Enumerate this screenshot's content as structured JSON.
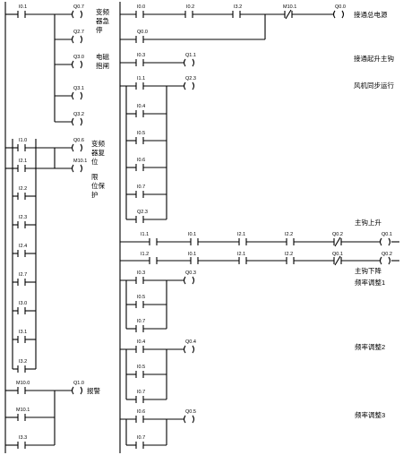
{
  "left_section": {
    "rungs": [
      {
        "contacts": [
          "I0.1"
        ],
        "coils": [
          "Q0.7",
          "Q2.7",
          "Q3.0",
          "Q3.1",
          "Q3.2"
        ],
        "comment_lines": [
          "变频",
          "器急",
          "停",
          "",
          "电磁",
          "抱闸"
        ]
      },
      {
        "contacts": [
          "I1.0",
          "I2.1",
          "I2.2",
          "I2.3",
          "I2.4",
          "I2.7",
          "I3.0",
          "I3.1",
          "I3.2"
        ],
        "coils": [
          "Q0.6",
          "M10.1"
        ],
        "comment_lines": [
          "变频",
          "器复",
          "位",
          "",
          "限",
          "位保",
          "护"
        ]
      },
      {
        "contacts": [
          "M10.0",
          "M10.1",
          "I3.3"
        ],
        "coils": [
          "Q1.0"
        ],
        "comment": "报警"
      }
    ]
  },
  "right_section": {
    "rungs": [
      {
        "series": [
          "I0.0",
          "I0.2",
          "I3.2"
        ],
        "parallel": [
          "Q0.0"
        ],
        "nc_contact": "M10.1",
        "coil": "Q0.0",
        "comment": "接通总电源"
      },
      {
        "contacts": [
          "I0.3"
        ],
        "coil": "Q1.1",
        "comment": "接通起升主钩"
      },
      {
        "contacts": [
          "I1.1",
          "I0.4",
          "I0.5",
          "I0.6",
          "I0.7",
          "Q2.3"
        ],
        "coil": "Q2.3",
        "comment": "风机同步运行"
      },
      {
        "series": [
          "I1.1",
          "I0.1",
          "I2.1",
          "I2.2"
        ],
        "nc_contact": "Q0.2",
        "coil": "Q0.1",
        "comment": "主钩上升"
      },
      {
        "series": [
          "I1.2",
          "I0.1",
          "I2.1",
          "I2.2"
        ],
        "nc_contact": "Q0.1",
        "coil": "Q0.2",
        "comment": "主钩下降"
      },
      {
        "contacts": [
          "I0.3",
          "I0.5",
          "I0.7"
        ],
        "coil": "Q0.3",
        "comment": "频率调整1"
      },
      {
        "contacts": [
          "I0.4",
          "I0.5",
          "I0.7"
        ],
        "coil": "Q0.4",
        "comment": "频率调整2"
      },
      {
        "contacts": [
          "I0.6",
          "I0.7"
        ],
        "coil": "Q0.5",
        "comment": "频率调整3"
      }
    ]
  }
}
